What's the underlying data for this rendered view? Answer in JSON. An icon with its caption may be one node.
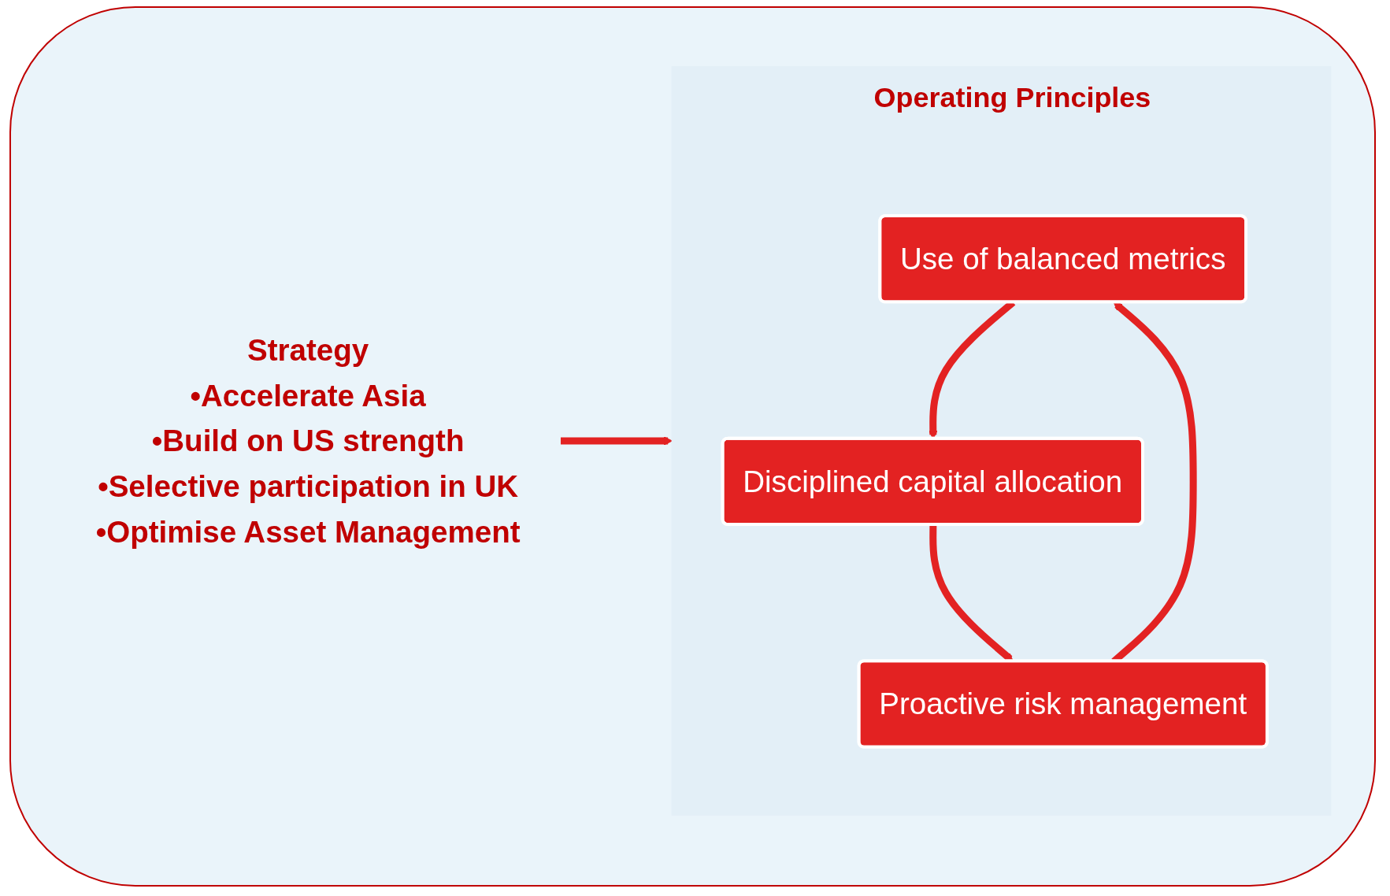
{
  "diagram": {
    "nodes": [
      {
        "text": [
          "Strategy",
          "•Accelerate Asia",
          "•Build on US strength",
          "•Selective participation in UK",
          "•Optimise Asset Management"
        ]
      },
      {
        "text": [
          "Operating Principles"
        ]
      },
      {
        "text": [
          "Use of balanced metrics"
        ],
        "in": 1
      },
      {
        "text": [
          "Disciplined capital allocation"
        ],
        "in": 1
      },
      {
        "text": [
          "Proactive risk management"
        ],
        "in": 1
      }
    ],
    "edges": [
      {
        "from": 0,
        "to": 1,
        "arrow": "to"
      },
      {
        "from": 2,
        "to": 3,
        "arrow": "to"
      },
      {
        "from": 3,
        "to": 4,
        "arrow": "to"
      },
      {
        "from": 4,
        "to": 2,
        "arrow": "to"
      }
    ]
  }
}
